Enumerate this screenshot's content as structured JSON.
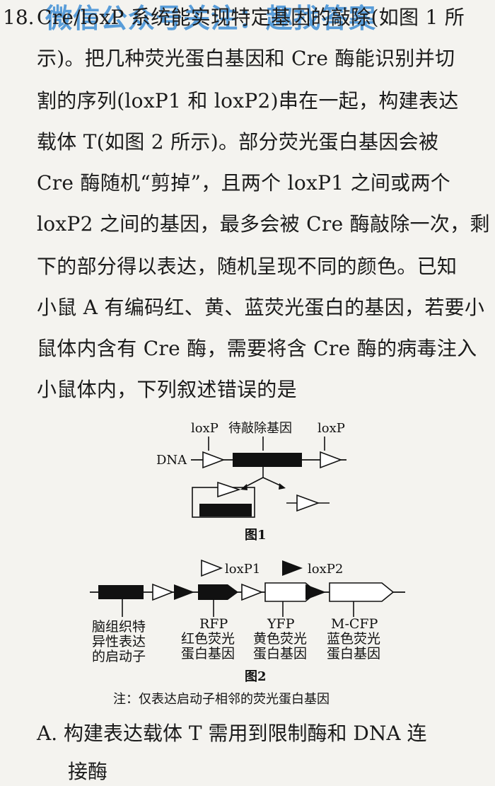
{
  "question": {
    "number": "18.",
    "watermark": "微信公众号关注：趣找答案",
    "lines": [
      "Cre/loxP 系统能实现特定基因的敲除(如图 1 所",
      "示)。把几种荧光蛋白基因和 Cre 酶能识别并切",
      "割的序列(loxP1 和 loxP2)串在一起，构建表达",
      "载体 T(如图 2 所示)。部分荧光蛋白基因会被",
      "Cre 酶随机“剪掉”，且两个 loxP1 之间或两个",
      "loxP2 之间的基因，最多会被 Cre 酶敲除一次，剩",
      "下的部分得以表达，随机呈现不同的颜色。已知",
      "小鼠 A 有编码红、黄、蓝荧光蛋白的基因，若要小",
      "鼠体内含有 Cre 酶，需要将含 Cre 酶的病毒注入",
      "小鼠体内，下列叙述错误的是"
    ]
  },
  "figure1": {
    "label_loxp_left": "loxP",
    "label_gene": "待敲除基因",
    "label_loxp_right": "loxP",
    "label_dna": "DNA",
    "caption": "图1"
  },
  "figure2": {
    "legend_loxp1": "loxP1",
    "legend_loxp2": "loxP2",
    "promoter_label": [
      "脑组织特",
      "异性表达",
      "的启动子"
    ],
    "rfp_label": [
      "RFP",
      "红色荧光",
      "蛋白基因"
    ],
    "yfp_label": [
      "YFP",
      "黄色荧光",
      "蛋白基因"
    ],
    "mcfp_label": [
      "M-CFP",
      "蓝色荧光",
      "蛋白基因"
    ],
    "caption": "图2",
    "note": "注：仅表达启动子相邻的荧光蛋白基因"
  },
  "option_a": {
    "line1": "A. 构建表达载体 T 需用到限制酶和 DNA 连",
    "line2": "接酶"
  }
}
